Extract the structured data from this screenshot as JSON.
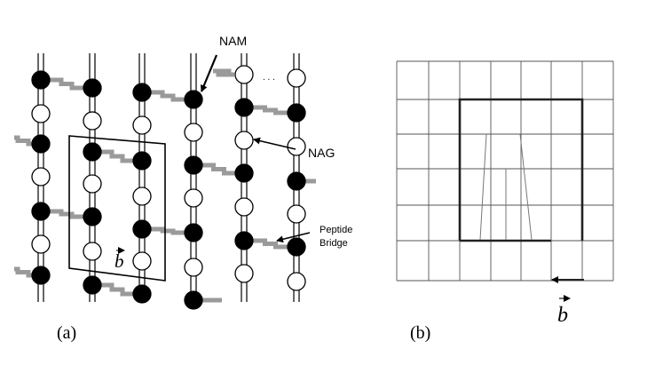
{
  "panel_a": {
    "caption": "(a)",
    "labels": {
      "nam": "NAM",
      "nag": "NAG",
      "peptide_line1": "Peptide",
      "peptide_line2": "Bridge",
      "vector_b": "b"
    }
  },
  "panel_b": {
    "caption": "(b)",
    "labels": {
      "vector_b": "b"
    }
  },
  "colors": {
    "ink": "#000000",
    "bridge": "#9a9a9a",
    "grid": "#555555"
  }
}
